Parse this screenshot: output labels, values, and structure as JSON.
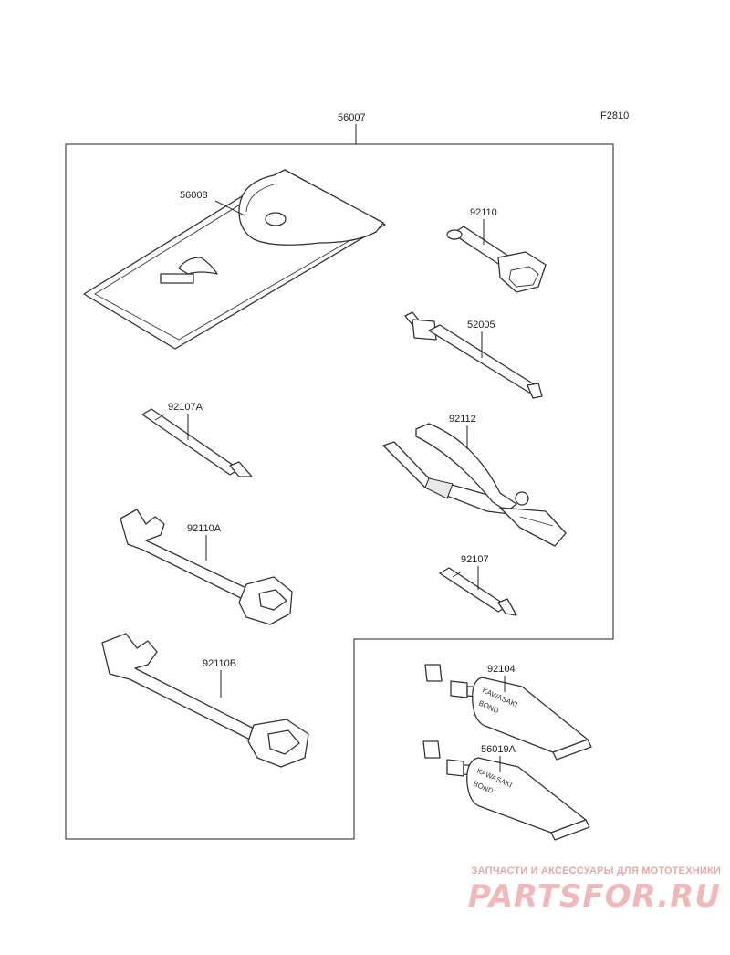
{
  "figure_code": "F2810",
  "labels": {
    "kit": "56007",
    "bag": "56008",
    "plug_wrench": "92110",
    "handle": "52005",
    "screwdriver_a": "92107A",
    "pliers": "92112",
    "wrench_a": "92110A",
    "screwdriver": "92107",
    "wrench_b": "92110B",
    "bond_1": "92104",
    "bond_2": "56019A"
  },
  "tube_text": {
    "line1": "KAWASAKI",
    "line2": "BOND"
  },
  "watermark": {
    "tagline": "ЗАПЧАСТИ И АКСЕССУАРЫ ДЛЯ МОТОТЕХНИКИ",
    "brand": "PARTSFOR.RU"
  }
}
